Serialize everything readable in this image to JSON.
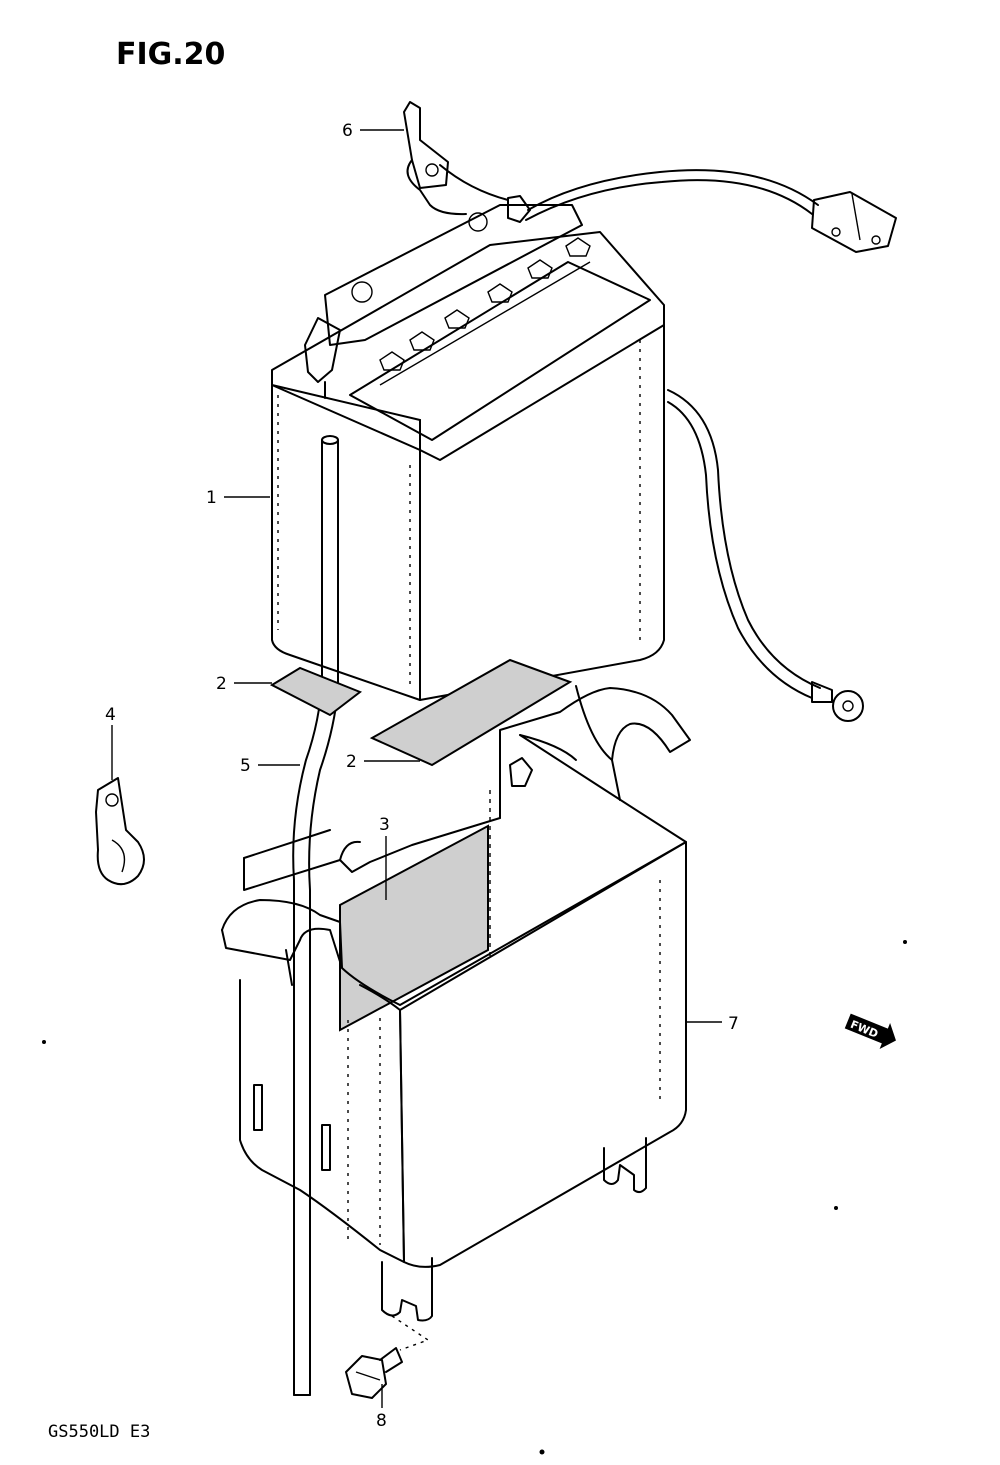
{
  "figure_title": "FIG.20",
  "model_code": "GS550LD E3",
  "direction_badge": "FWD",
  "callouts": {
    "c1": "1",
    "c2a": "2",
    "c2b": "2",
    "c3": "3",
    "c4": "4",
    "c5": "5",
    "c6": "6",
    "c7": "7",
    "c8": "8"
  }
}
